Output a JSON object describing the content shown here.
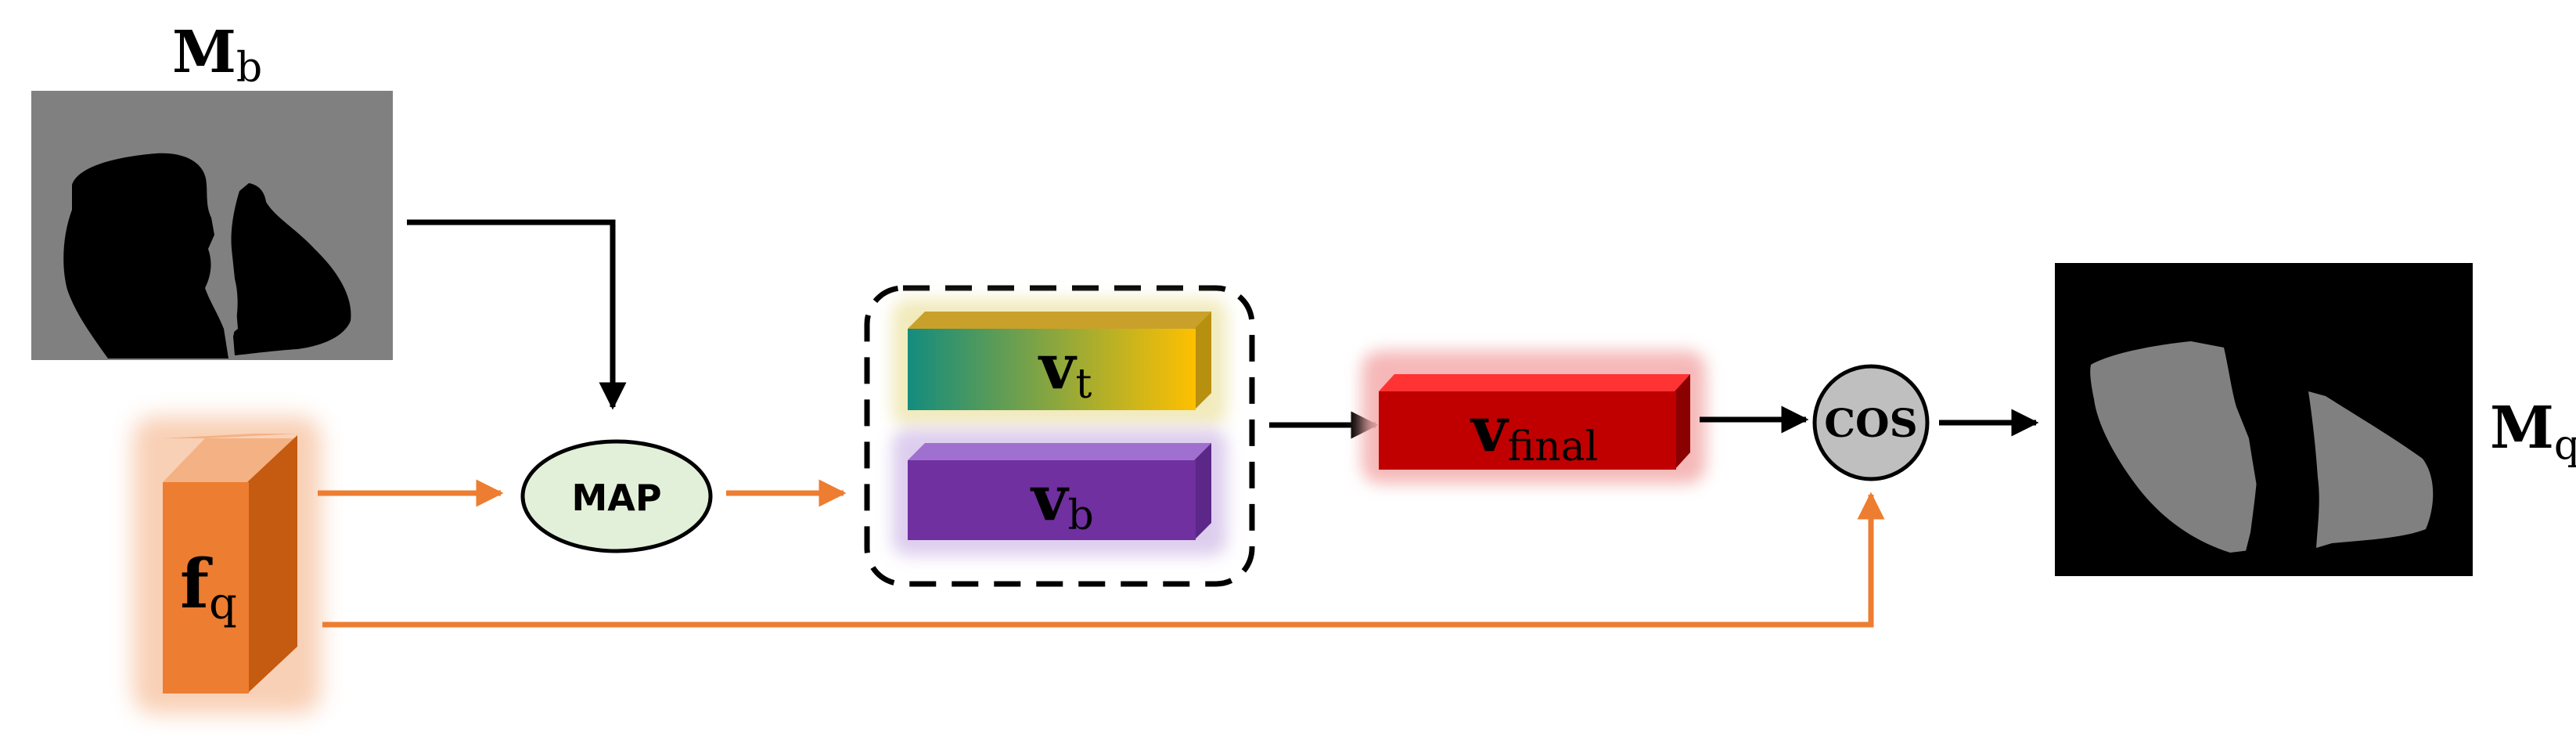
{
  "labels": {
    "mb_main": "M",
    "mb_sub": "b",
    "mq_main": "M",
    "mq_sub": "q",
    "fq_main": "f",
    "fq_sub": "q",
    "vt_main": "v",
    "vt_sub": "t",
    "vb_main": "v",
    "vb_sub": "b",
    "vfinal_main": "v",
    "vfinal_sub": "final",
    "map_text": "MAP",
    "cos_text": "COS"
  },
  "colors": {
    "orange_arrow": "#ED7D31",
    "black_arrow": "#000000",
    "feature_front": "#ED7D31",
    "feature_side": "#C55A11",
    "feature_top": "#F4B183",
    "feature_glow": "#F8CBAD",
    "vt_gradient_start": "#138C7E",
    "vt_gradient_end": "#FFC000",
    "vt_glow": "#EFE7B0",
    "vb_fill": "#7030A0",
    "vb_top": "#A070D0",
    "vb_glow": "#D9C8EC",
    "vfinal_fill": "#C00000",
    "vfinal_top": "#FF3333",
    "vfinal_glow": "#F4B0B0",
    "map_fill": "#E2F0D9",
    "cos_fill": "#BFBFBF",
    "mask_bg_gray": "#808080",
    "mask_bg_black": "#000000"
  },
  "icons": {
    "mb_mask": "support-mask-image",
    "mq_mask": "query-mask-image"
  }
}
